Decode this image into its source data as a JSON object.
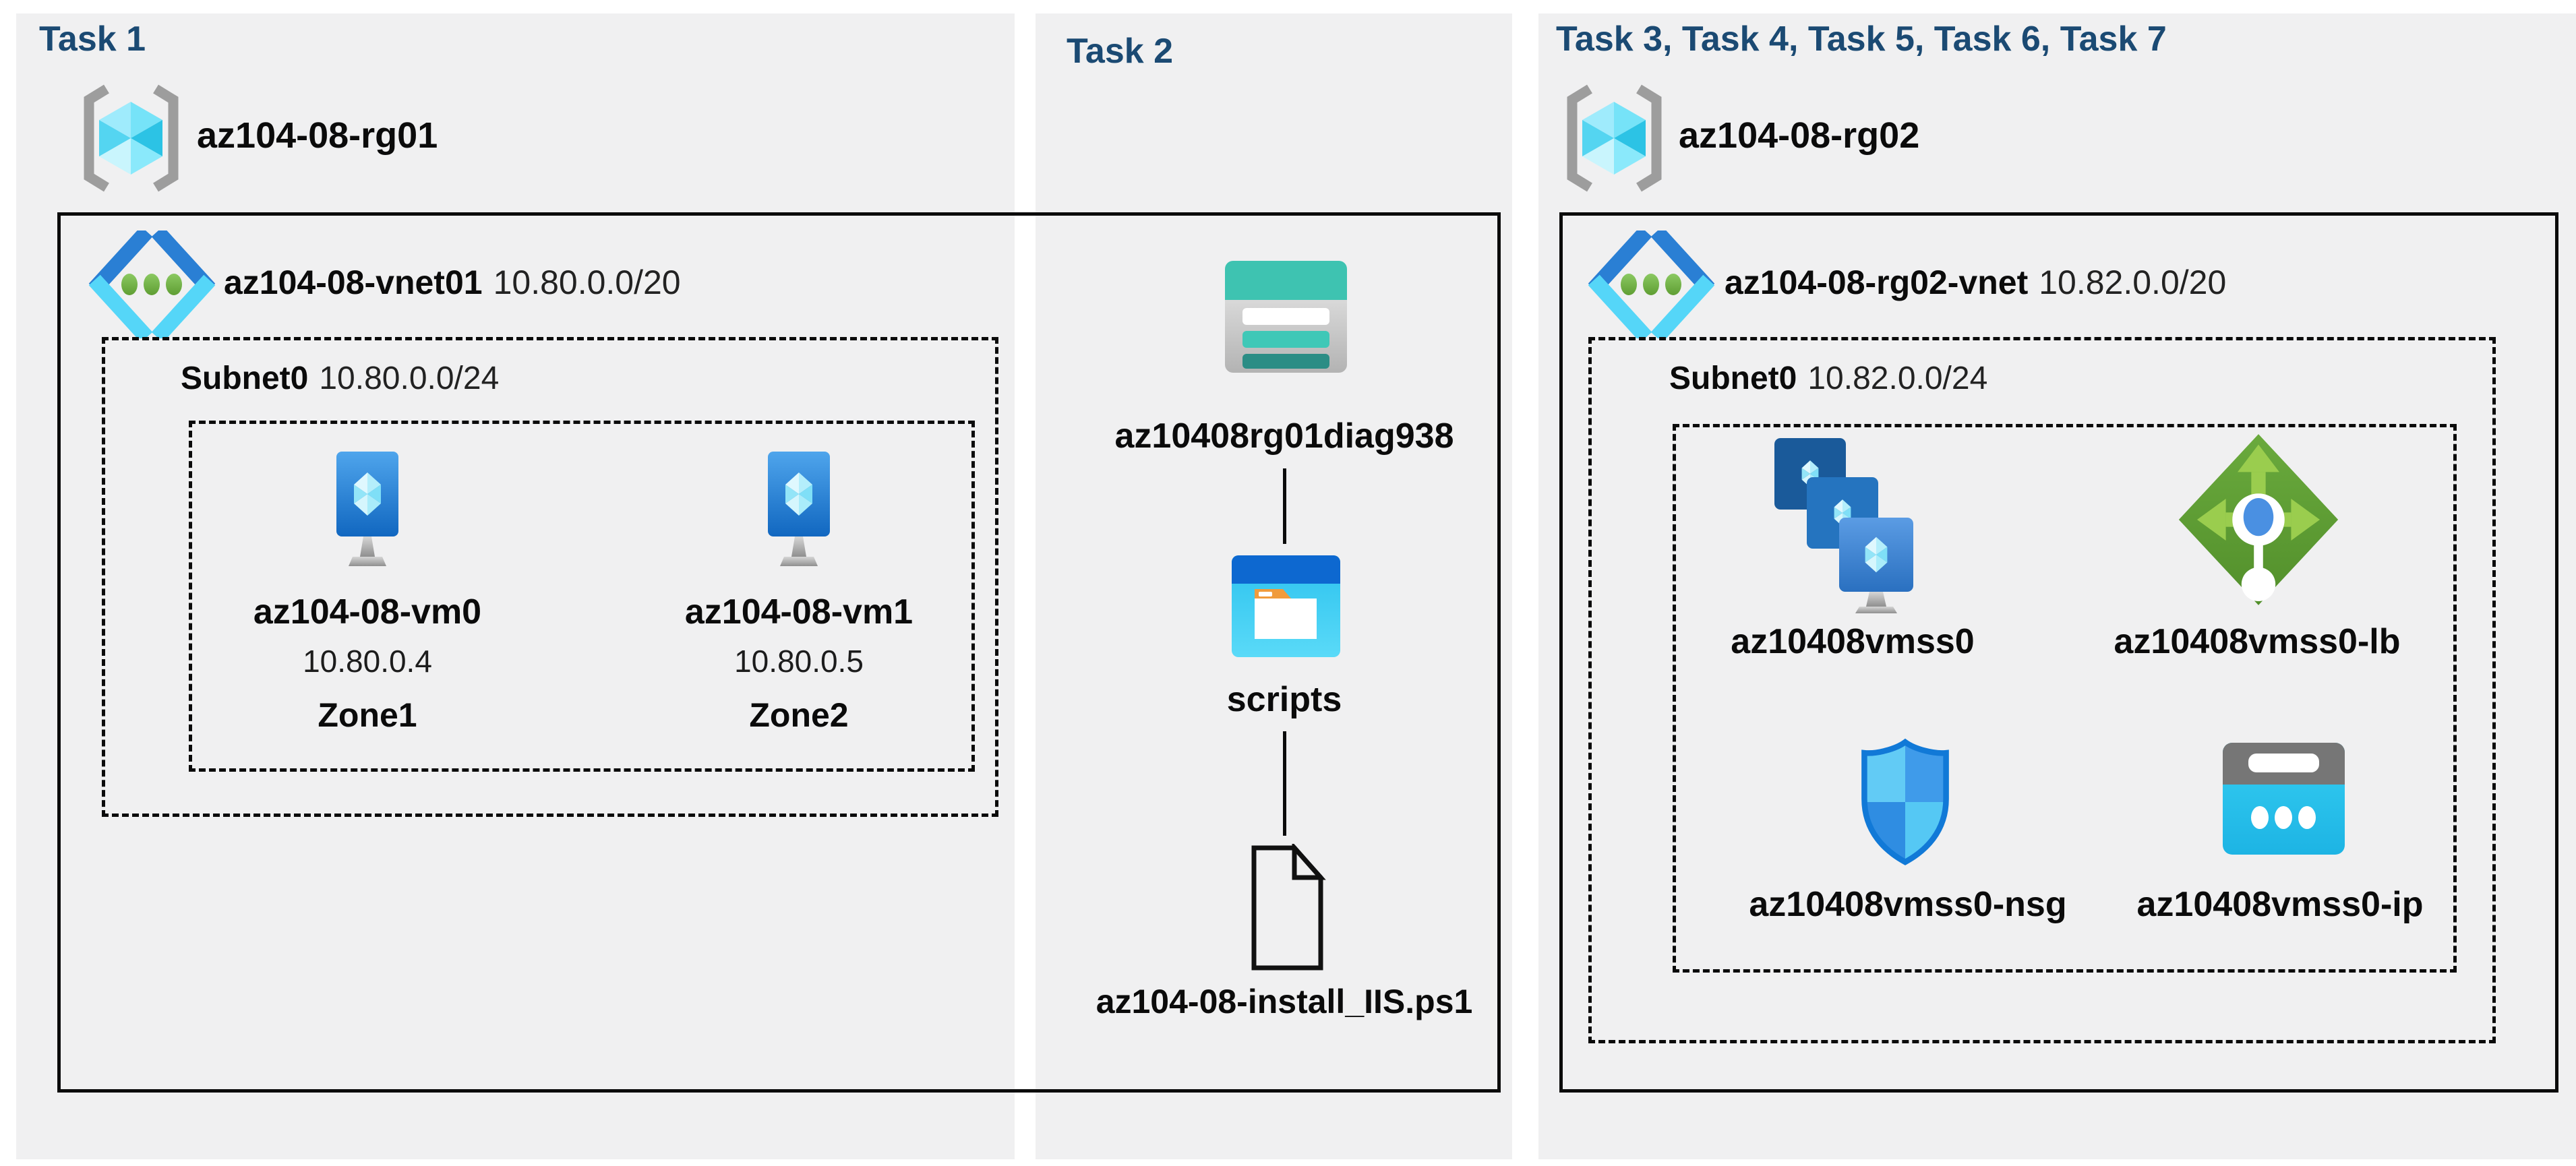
{
  "colors": {
    "title": "#1B4A73",
    "panel": "#F0F0F1",
    "line": "#0B0B0B",
    "storage_teal": "#3EC3B1",
    "storage_teal_dark": "#2B8D85",
    "vnet_blue": "#2A7FD4",
    "vnet_cyan": "#55D6F8",
    "vnet_green_dot": "#74B544",
    "lb_green": "#5C9E31",
    "lb_arrow_green": "#9ACD4E",
    "nsg_blue": "#1179D7",
    "vm_blue": "#2B77C8"
  },
  "panels": {
    "task1": {
      "title": "Task 1",
      "resource_group": {
        "name": "az104-08-rg01",
        "icon": "resource-group-icon"
      },
      "vnet": {
        "name": "az104-08-vnet01",
        "cidr": "10.80.0.0/20",
        "icon": "virtual-network-icon"
      },
      "subnet": {
        "name": "Subnet0",
        "cidr": "10.80.0.0/24"
      },
      "vms": [
        {
          "name": "az104-08-vm0",
          "ip": "10.80.0.4",
          "zone": "Zone1",
          "icon": "virtual-machine-icon"
        },
        {
          "name": "az104-08-vm1",
          "ip": "10.80.0.5",
          "zone": "Zone2",
          "icon": "virtual-machine-icon"
        }
      ]
    },
    "task2": {
      "title": "Task 2",
      "storage_account": {
        "name": "az10408rg01diag938",
        "icon": "storage-account-icon"
      },
      "container": {
        "name": "scripts",
        "icon": "blob-container-icon"
      },
      "file": {
        "name": "az104-08-install_IIS.ps1",
        "icon": "file-icon"
      }
    },
    "task37": {
      "title": "Task 3, Task 4, Task 5, Task 6, Task 7",
      "resource_group": {
        "name": "az104-08-rg02",
        "icon": "resource-group-icon"
      },
      "vnet": {
        "name": "az104-08-rg02-vnet",
        "cidr": "10.82.0.0/20",
        "icon": "virtual-network-icon"
      },
      "subnet": {
        "name": "Subnet0",
        "cidr": "10.82.0.0/24"
      },
      "resources": [
        {
          "name": "az10408vmss0",
          "type": "virtual-machine-scale-set",
          "icon": "vm-scale-set-icon"
        },
        {
          "name": "az10408vmss0-lb",
          "type": "load-balancer",
          "icon": "load-balancer-icon"
        },
        {
          "name": "az10408vmss0-nsg",
          "type": "network-security-group",
          "icon": "nsg-shield-icon"
        },
        {
          "name": "az10408vmss0-ip",
          "type": "public-ip-address",
          "icon": "public-ip-icon"
        }
      ]
    }
  }
}
